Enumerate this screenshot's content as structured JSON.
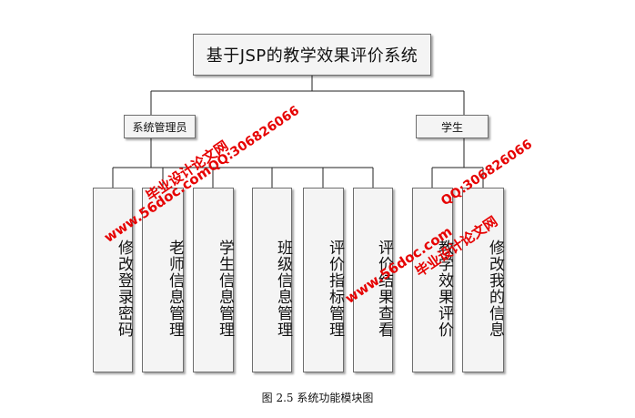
{
  "diagram": {
    "root": {
      "label": "基于JSP的教学效果评价系统"
    },
    "groups": [
      {
        "label": "系统管理员",
        "children": [
          "修改登录密码",
          "老师信息管理",
          "学生信息管理",
          "班级信息管理",
          "评价指标管理",
          "评价结果查看"
        ]
      },
      {
        "label": "学生",
        "children": [
          "教学效果评价",
          "修改我的信息"
        ]
      }
    ],
    "caption": "图 2.5 系统功能模块图"
  },
  "watermarks": {
    "site_name": "毕业设计论文网",
    "site_url": "www.56doc.com",
    "qq": "QQ:306826066",
    "color": "#e60000"
  }
}
